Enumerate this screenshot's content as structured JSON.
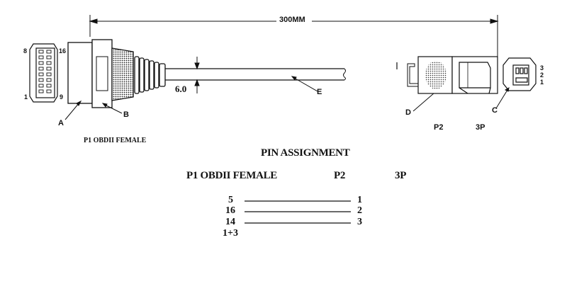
{
  "dimension": {
    "length": "300MM",
    "diameter": "6.0"
  },
  "callouts": {
    "a": "A",
    "b": "B",
    "c": "C",
    "d": "D",
    "e": "E"
  },
  "p1": {
    "caption": "P1 OBDII FEMALE",
    "pin_labels": {
      "top_left": "8",
      "top_right": "16",
      "bottom_left": "1",
      "bottom_right": "9"
    }
  },
  "p2": {
    "caption_name": "P2",
    "caption_type": "3P",
    "pin_numbers": [
      "3",
      "2",
      "1"
    ]
  },
  "pin_assignment": {
    "title": "PIN ASSIGNMENT",
    "left_header": "P1 OBDII FEMALE",
    "mid_header": "P2",
    "right_header": "3P",
    "rows": [
      {
        "p1": "5",
        "p2": "1"
      },
      {
        "p1": "16",
        "p2": "2"
      },
      {
        "p1": "14",
        "p2": "3"
      },
      {
        "p1": "1+3",
        "p2": ""
      }
    ]
  }
}
